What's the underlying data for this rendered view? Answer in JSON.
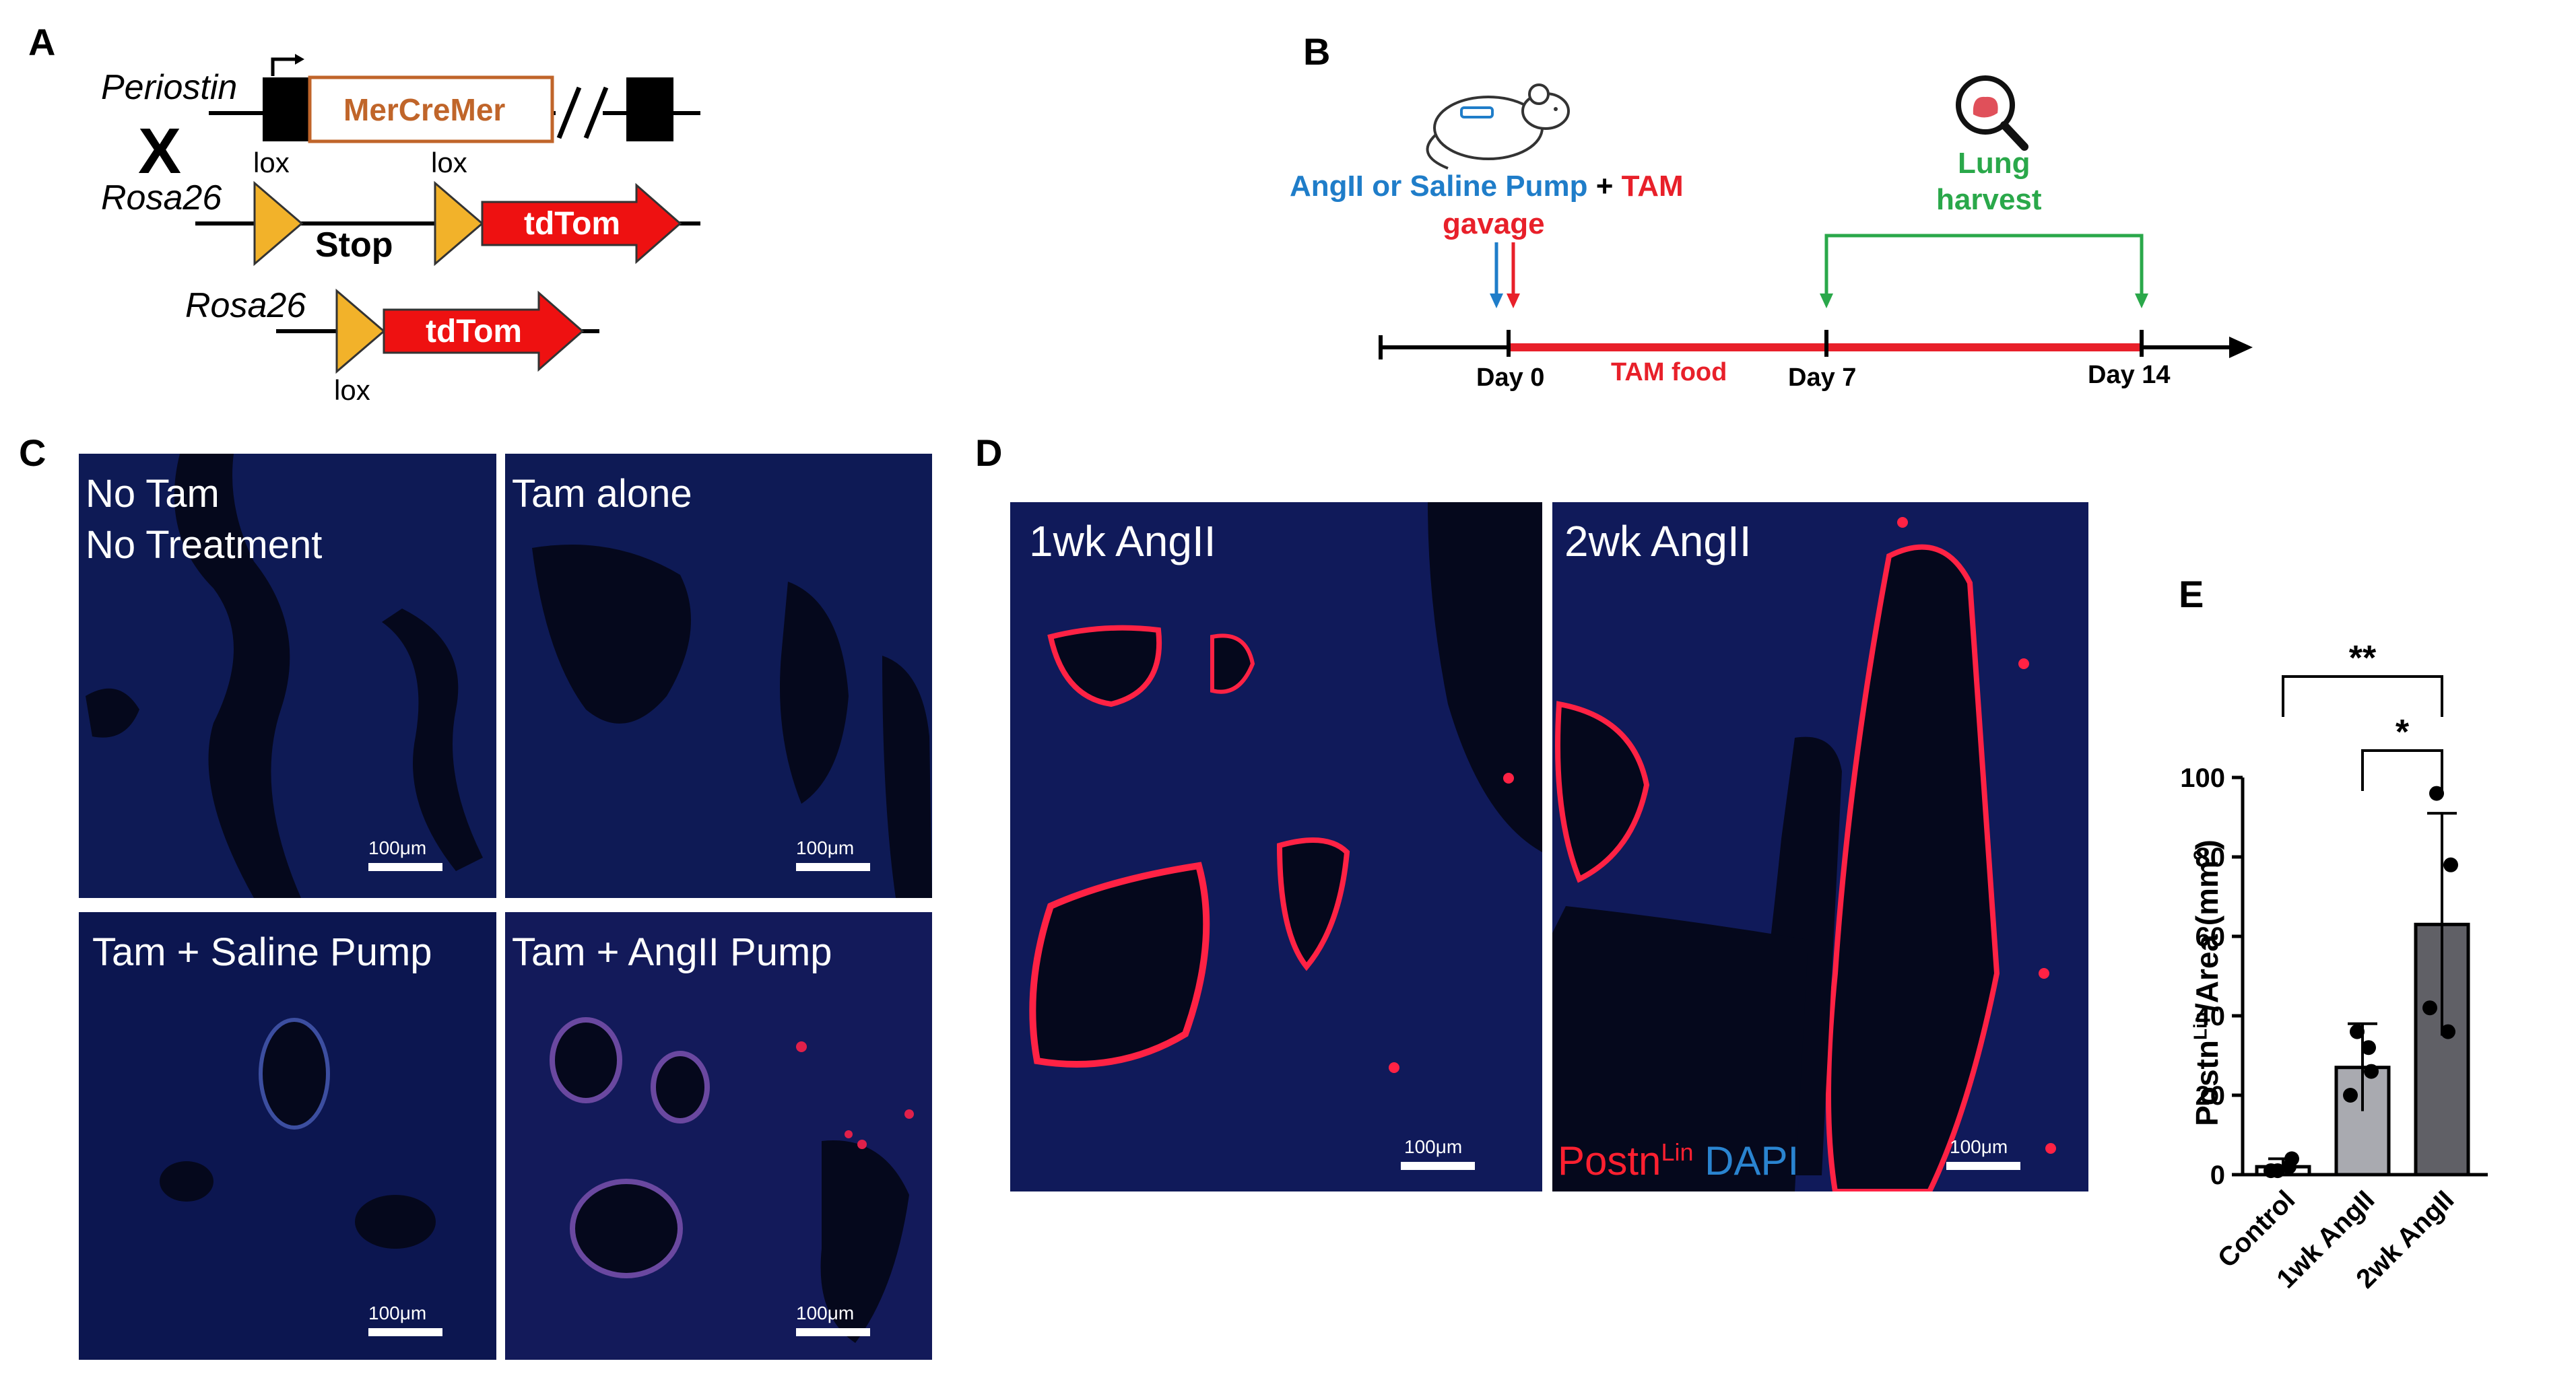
{
  "panels": {
    "A": {
      "letter": "A",
      "cross_symbol": "X",
      "periostin_label": "Periostin",
      "mercremer_label": "MerCreMer",
      "rosa26_label_1": "Rosa26",
      "rosa26_label_2": "Rosa26",
      "stop_label": "Stop",
      "tdtom_label_1": "tdTom",
      "tdtom_label_2": "tdTom",
      "lox_label_1": "lox",
      "lox_label_2": "lox",
      "lox_label_3": "lox",
      "colors": {
        "mercremer_text": "#c0652a",
        "tdtom_fill": "#ee1111",
        "lox_fill": "#f2b22a"
      }
    },
    "B": {
      "letter": "B",
      "pump_label_part1": "AngII or Saline Pump",
      "plus": "+",
      "tam_label": "TAM",
      "gavage_label": "gavage",
      "lung_label": "Lung",
      "harvest_label": "harvest",
      "tam_food_label": "TAM food",
      "day0": "Day 0",
      "day7": "Day 7",
      "day14": "Day 14",
      "colors": {
        "blue": "#1f7dc9",
        "red": "#e8202a",
        "green": "#2aa84a"
      }
    },
    "C": {
      "letter": "C",
      "images": [
        {
          "label": "No Tam\nNo Treatment",
          "scale": "100μm"
        },
        {
          "label": "Tam alone",
          "scale": "100μm"
        },
        {
          "label": "Tam + Saline Pump",
          "scale": "100μm"
        },
        {
          "label": "Tam + AngII Pump",
          "scale": "100μm"
        }
      ]
    },
    "D": {
      "letter": "D",
      "images": [
        {
          "label": "1wk AngII",
          "scale": "100μm"
        },
        {
          "label": "2wk AngII",
          "scale": "100μm"
        }
      ],
      "legend_red": "Postn",
      "legend_red_sup": "Lin",
      "legend_blue": "DAPI"
    },
    "E": {
      "letter": "E"
    }
  },
  "chart_data": {
    "type": "bar",
    "title": "",
    "xlabel": "",
    "ylabel": "Postn",
    "ylabel_sup": "Lin",
    "ylabel_rest": "/Area (mm",
    "ylabel_sup2": "2",
    "ylabel_end": ")",
    "categories": [
      "Control",
      "1wk AngII",
      "2wk AngII"
    ],
    "values": [
      2,
      27,
      63
    ],
    "errors": [
      2,
      11,
      28
    ],
    "points": [
      [
        1,
        4,
        1,
        2
      ],
      [
        36,
        26,
        20,
        32
      ],
      [
        96,
        78,
        42,
        36
      ]
    ],
    "ylim": [
      0,
      100
    ],
    "yticks": [
      0,
      20,
      40,
      60,
      80,
      100
    ],
    "bar_colors": [
      "#ffffff",
      "#a9aab0",
      "#606066"
    ],
    "significance": [
      {
        "from": "Control",
        "to": "2wk AngII",
        "label": "**"
      },
      {
        "from": "1wk AngII",
        "to": "2wk AngII",
        "label": "*"
      }
    ]
  }
}
